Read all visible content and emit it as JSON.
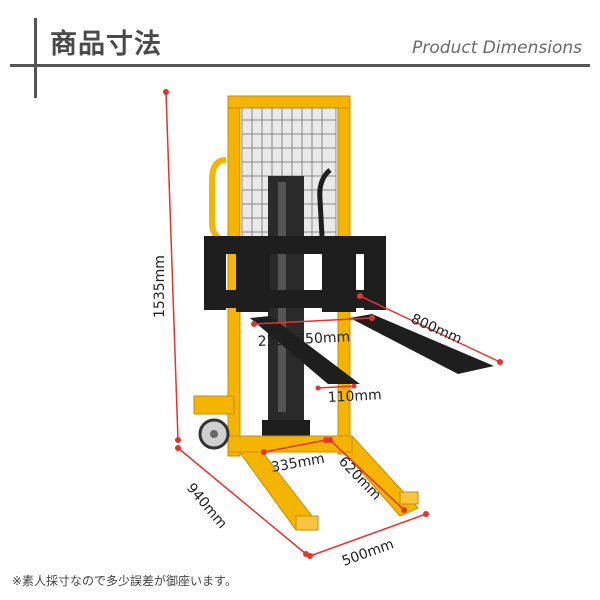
{
  "header": {
    "title_jp": "商品寸法",
    "title_en": "Product Dimensions"
  },
  "dimensions": {
    "height": "1535mm",
    "depth": "940mm",
    "width": "500mm",
    "fork_length": "800mm",
    "fork_spread": "235~750mm",
    "fork_width": "110mm",
    "leg_inner": "335mm",
    "leg_length": "620mm"
  },
  "footer": {
    "note": "※素人採寸なので多少誤差が御座います。"
  },
  "colors": {
    "frame": "#F5B400",
    "frame_dark": "#D49400",
    "forks": "#1E1E1E",
    "dim_line": "#E3342F"
  }
}
